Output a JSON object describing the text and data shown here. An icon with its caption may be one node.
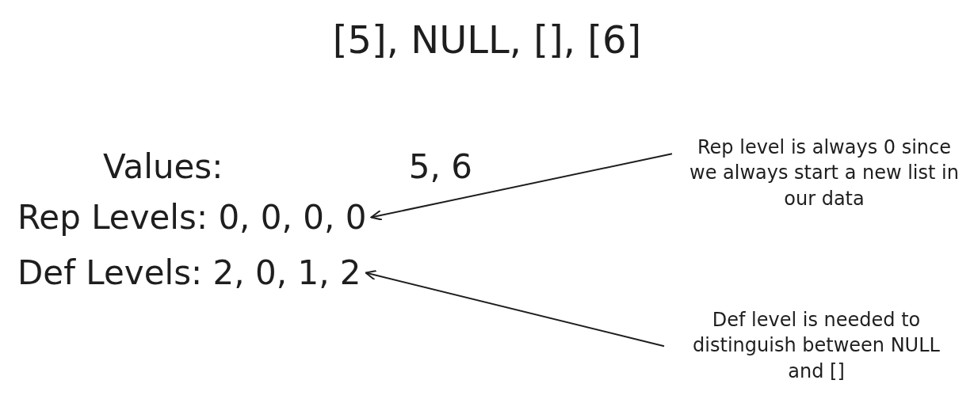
{
  "diagram": {
    "title": "[5], NULL, [], [6]",
    "nodes": [
      {
        "text": [
          "Rep Levels: 0, 0, 0, 0"
        ]
      },
      {
        "text": [
          "Def Levels: 2, 0, 1, 2"
        ]
      },
      {
        "text": [
          "Rep level is always 0 since we always start a new list in our data"
        ]
      },
      {
        "text": [
          "Def level is needed to distinguish between NULL and []"
        ]
      }
    ],
    "edges": [
      {
        "from": 2,
        "to": 0,
        "arrow": "to"
      },
      {
        "from": 3,
        "to": 1,
        "arrow": "to"
      }
    ],
    "labels": [
      "Values:",
      "5, 6"
    ]
  }
}
